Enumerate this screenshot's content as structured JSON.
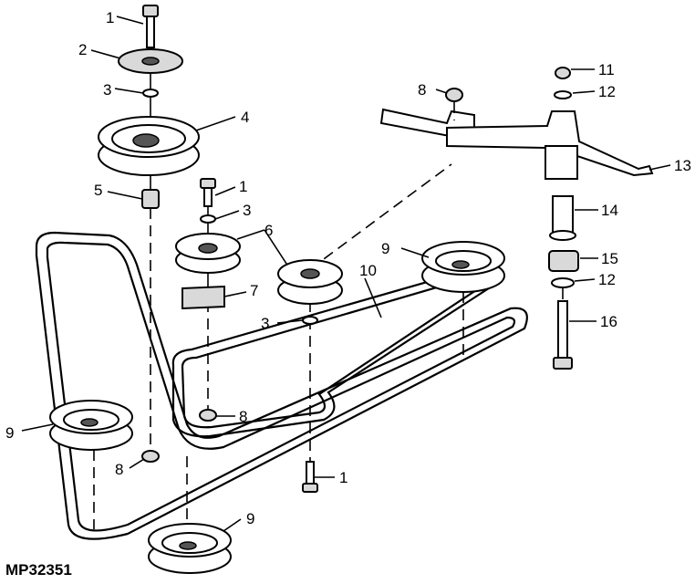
{
  "figure_id": "MP32351",
  "callouts": {
    "c1a": "1",
    "c2": "2",
    "c3a": "3",
    "c4": "4",
    "c5": "5",
    "c1b": "1",
    "c3b": "3",
    "c6": "6",
    "c7": "7",
    "c8a": "8",
    "c8b": "8",
    "c8c": "8",
    "c9a": "9",
    "c9b": "9",
    "c9c": "9",
    "c10": "10",
    "c3c": "3",
    "c1c": "1",
    "c11": "11",
    "c12a": "12",
    "c13": "13",
    "c14": "14",
    "c15": "15",
    "c12b": "12",
    "c16": "16"
  }
}
